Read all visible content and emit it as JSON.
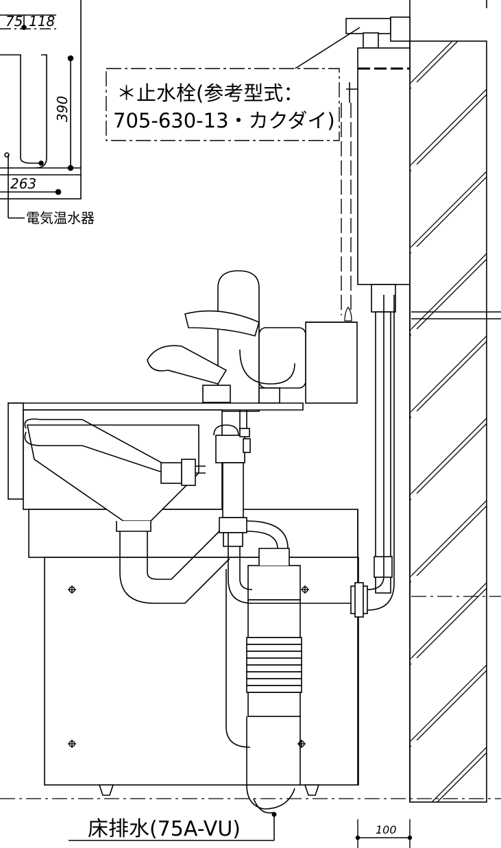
{
  "drawing": {
    "dimensions": {
      "top_left": "75",
      "top_right": "118",
      "height_heater": "390",
      "width_heater": "263",
      "wall_offset": "100"
    },
    "labels": {
      "water_heater": "電気温水器",
      "stop_valve_line1": "＊止水栓(参考型式：",
      "stop_valve_line2": "705-630-13・カクダイ)",
      "floor_drain": "床排水(75A-VU)"
    }
  }
}
